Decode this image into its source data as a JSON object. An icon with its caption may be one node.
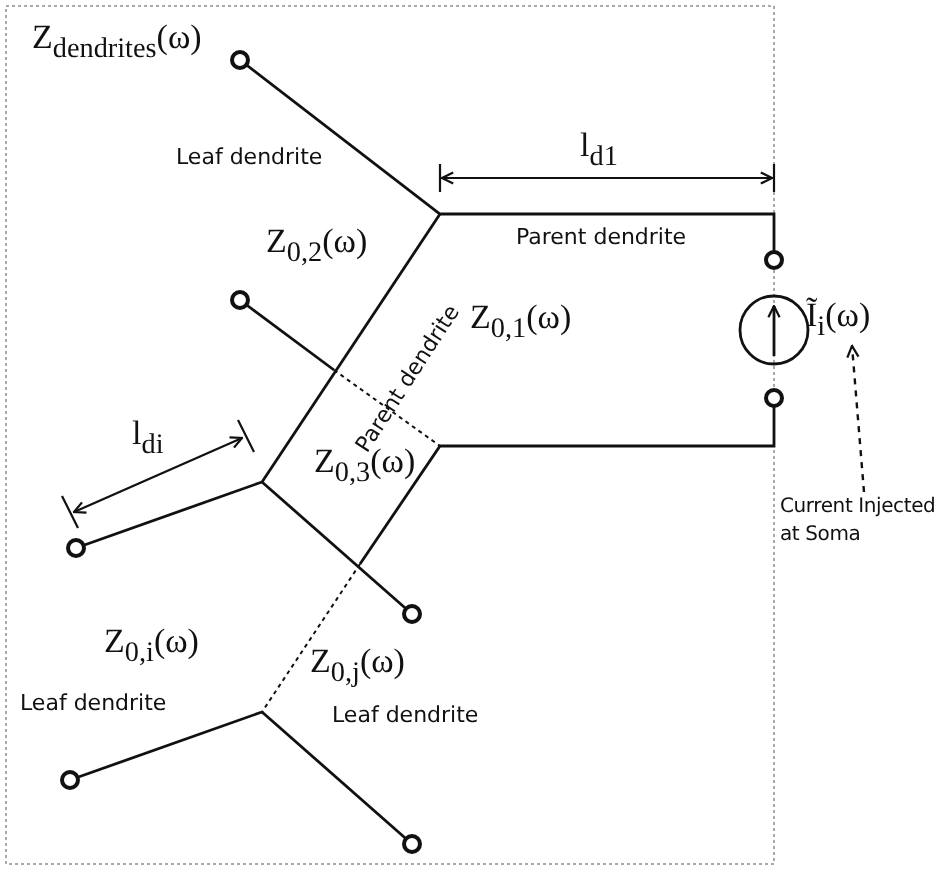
{
  "diagram": {
    "nodes": [
      {
        "text": [
          "Current Injected at Soma"
        ]
      },
      {
        "text": [
          "Ĩ$_{i}$(ω)"
        ]
      }
    ],
    "edges": [
      {
        "from": 0,
        "to": 1,
        "arrow": "to",
        "style": "dashed"
      }
    ],
    "labels": [
      "Z$_{dendrites}$(ω)",
      "Leaf dendrite",
      "l$_{d1}$",
      "Parent dendrite",
      "Z$_{0,2}$(ω)",
      "Z$_{0,1}$(ω)",
      "Parent dendrite",
      "l$_{di}$",
      "Z$_{0,3}$(ω)",
      "Z$_{0,i}$(ω)",
      "Z$_{0,j}$(ω)",
      "Leaf dendrite",
      "Leaf dendrite"
    ]
  }
}
